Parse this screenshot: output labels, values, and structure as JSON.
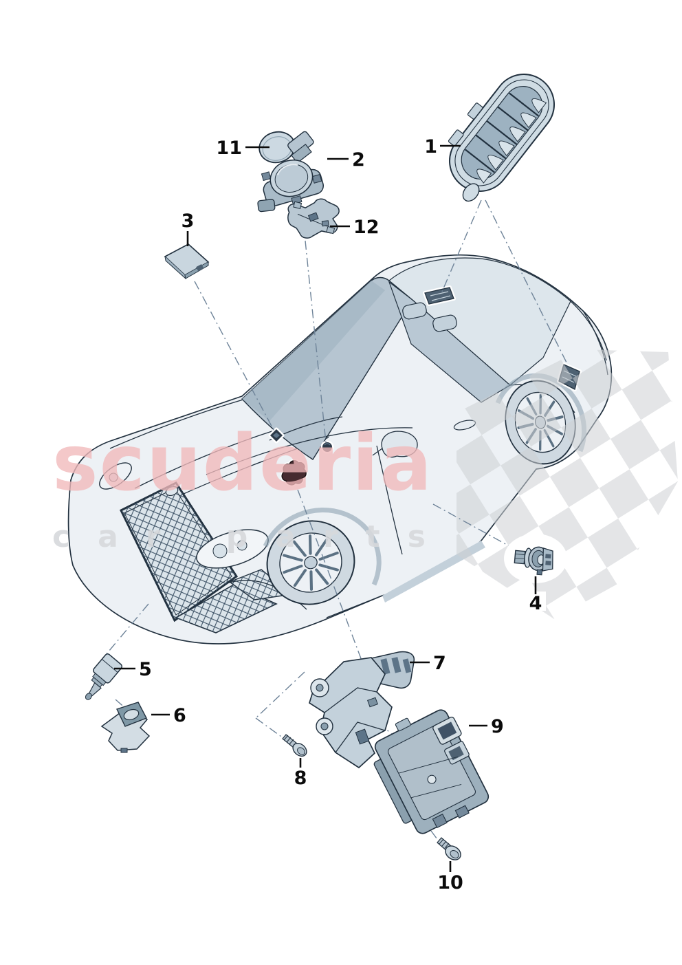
{
  "diagram": {
    "background_color": "#ffffff",
    "watermark": {
      "brand_text": "scuderia",
      "subtitle_text": "car parts",
      "brand_color": "#f1b9bb",
      "subtitle_color": "#d7d9dc",
      "checker_color": "#cdd0d3"
    },
    "callouts": [
      {
        "number": "1"
      },
      {
        "number": "2"
      },
      {
        "number": "3"
      },
      {
        "number": "4"
      },
      {
        "number": "5"
      },
      {
        "number": "6"
      },
      {
        "number": "7"
      },
      {
        "number": "8"
      },
      {
        "number": "9"
      },
      {
        "number": "10"
      },
      {
        "number": "11"
      },
      {
        "number": "12"
      }
    ],
    "colors": {
      "outline": "#22313f",
      "leader_line": "#6f8499",
      "label": "#0b0b0b",
      "car_body": "#edf1f5",
      "glass": "#b6c5d1",
      "part_fill": "#c6d3dc",
      "dark_detail": "#4e6172",
      "windshield_sensor_mark": "#462b30"
    }
  }
}
